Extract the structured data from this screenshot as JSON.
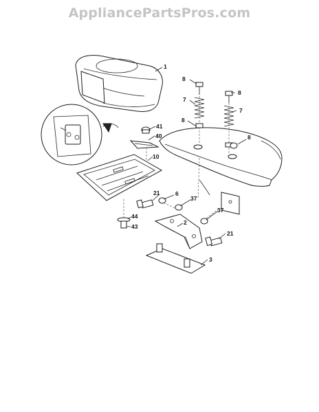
{
  "watermark": "AppliancePartsPros.com",
  "callouts": {
    "c1": "1",
    "c8a": "8",
    "c8b": "8",
    "c8c": "8",
    "c8d": "8",
    "c7a": "7",
    "c7b": "7",
    "c41": "41",
    "c40": "40",
    "c10": "10",
    "c21a": "21",
    "c6": "6",
    "c37a": "37",
    "c37b": "37",
    "c2": "2",
    "c21b": "21",
    "c44": "44",
    "c43": "43",
    "c3": "3"
  }
}
